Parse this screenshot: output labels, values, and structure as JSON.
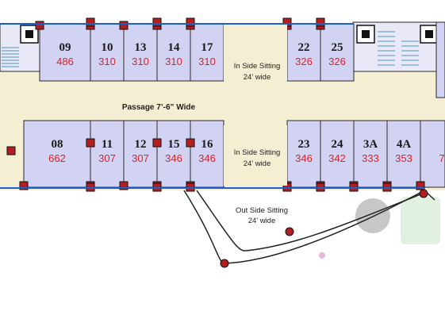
{
  "labels": {
    "passage": "Passage 7’-6” Wide",
    "inside_sitting_line1": "In Side Sitting",
    "inside_sitting_line2": "24’ wide",
    "outside_sitting_line1": "Out Side Sitting",
    "outside_sitting_line2": "24’ wide"
  },
  "units_top": [
    {
      "number": "09",
      "area": "486"
    },
    {
      "number": "10",
      "area": "310"
    },
    {
      "number": "13",
      "area": "310"
    },
    {
      "number": "14",
      "area": "310"
    },
    {
      "number": "17",
      "area": "310"
    },
    {
      "number": "22",
      "area": "326"
    },
    {
      "number": "25",
      "area": "326"
    }
  ],
  "units_bottom": [
    {
      "number": "08",
      "area": "662"
    },
    {
      "number": "11",
      "area": "307"
    },
    {
      "number": "12",
      "area": "307"
    },
    {
      "number": "15",
      "area": "346"
    },
    {
      "number": "16",
      "area": "346"
    },
    {
      "number": "23",
      "area": "346"
    },
    {
      "number": "24",
      "area": "342"
    },
    {
      "number": "3A",
      "area": "333"
    },
    {
      "number": "4A",
      "area": "353"
    },
    {
      "number": "",
      "area": "7"
    }
  ],
  "colors": {
    "unit_fill": "#d2d2f2",
    "passage_fill": "#f4efd2",
    "column_fill": "#b31e1e",
    "wall": "#2a2a2a",
    "area_text": "#e0202a"
  },
  "icons": [
    "staircase-icon",
    "lift-icon"
  ]
}
